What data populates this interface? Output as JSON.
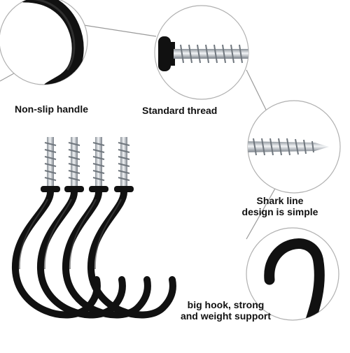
{
  "labels": {
    "non_slip_handle": "Non-slip handle",
    "standard_thread": "Standard thread",
    "shark_line_1": "Shark line",
    "shark_line_2": "design is simple",
    "big_hook_1": "big hook, strong",
    "big_hook_2": "and weight support"
  },
  "colors": {
    "hook_black": "#111111",
    "metal_silver": "#c9ced4",
    "circle_outline": "#b0b0b0",
    "connector_line": "#9a9a9a",
    "background": "#ffffff"
  },
  "icons": [
    "hook-closeup-icon",
    "screw-thread-closeup-icon",
    "screw-tip-closeup-icon",
    "hook-curve-closeup-icon",
    "cup-hooks-group-icon"
  ]
}
